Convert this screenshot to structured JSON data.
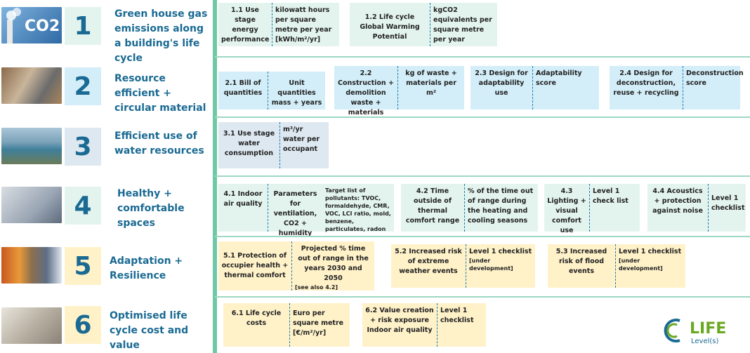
{
  "rows": [
    {
      "number": "1",
      "title": "Green house gas emissions along a building's life cycle",
      "thumb_text": "CO2",
      "indicators": [
        {
          "name": "1.1 Use stage energy performance",
          "unit": "kilowatt hours per square metre per year  [kWh/m²/yr]"
        },
        {
          "name": "1.2 Life cycle Global Warming Potential",
          "unit": "kgCO2 equivalents per square metre per year"
        }
      ]
    },
    {
      "number": "2",
      "title": "Resource efficient + circular material",
      "indicators": [
        {
          "name": "2.1 Bill of quantities",
          "unit": "Unit quantities mass + years"
        },
        {
          "name": "2.2 Construction + demolition waste + materials",
          "unit": "kg of waste + materials per m²"
        },
        {
          "name": "2.3 Design for adaptability use",
          "unit": "Adaptability score"
        },
        {
          "name": "2.4 Design for deconstruction, reuse + recycling",
          "unit": "Deconstruction score"
        }
      ]
    },
    {
      "number": "3",
      "title": "Efficient use of water resources",
      "indicators": [
        {
          "name": "3.1 Use stage water consumption",
          "unit": "m³/yr water per occupant"
        }
      ]
    },
    {
      "number": "4",
      "title": "Healthy + comfortable spaces",
      "indicators": [
        {
          "name": "4.1 Indoor air quality",
          "unit": "Parameters for ventilation, CO2 + humidity",
          "extra": "Target list of pollutants: TVOC, formaldehyde, CMR, VOC, LCI ratio, mold, benzene, particulates, radon"
        },
        {
          "name": "4.2 Time outside of thermal comfort range",
          "unit": "% of the time out of range during the heating and cooling seasons"
        },
        {
          "name": "4.3 Lighting + visual comfort use",
          "unit": "Level 1 check list"
        },
        {
          "name": "4.4 Acoustics + protection against noise",
          "unit": "Level 1 checklist"
        }
      ]
    },
    {
      "number": "5",
      "title": "Adaptation + Resilience",
      "indicators": [
        {
          "name": "5.1 Protection of occupier health + thermal comfort",
          "unit": "Projected % time out of range in the years 2030 and 2050",
          "note": "[see also 4.2]"
        },
        {
          "name": "5.2 Increased risk of extreme weather events",
          "unit": "Level 1 checklist",
          "note": "[under development]"
        },
        {
          "name": "5.3 Increased risk of flood events",
          "unit": "Level 1 checklist",
          "note": "[under development]"
        }
      ]
    },
    {
      "number": "6",
      "title": "Optimised life cycle cost and value",
      "indicators": [
        {
          "name": "6.1 Life cycle costs",
          "unit": "Euro per square metre [€/m²/yr]"
        },
        {
          "name": "6.2 Value creation + risk exposure Indoor air quality",
          "unit": "Level 1 checklist"
        }
      ]
    }
  ],
  "logo": {
    "main": "LIFE",
    "sub": "Level(s)"
  },
  "colors": {
    "title": "#1a6a93",
    "number": "#1a6a93",
    "accent_bar": "#6fc9a6",
    "row1_box": "#e3f4ee",
    "row2_box": "#d3eef8",
    "row3_box": "#dde8f1",
    "row4_box": "#e3f4ee",
    "row5_box": "#fff2c9",
    "row6_box": "#fff2c9"
  }
}
